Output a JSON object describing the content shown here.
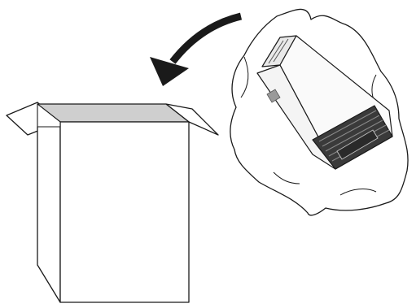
{
  "illustration": {
    "colors": {
      "background": "#ffffff",
      "outline": "#1a1a1a",
      "box_top": "#cfcfcf",
      "heater_body": "#f7f7f7",
      "heater_grille": "#3a3a3a",
      "heater_panel": "#9a9a9a"
    },
    "elements": {
      "box": "open-cardboard-box",
      "heater": "heater-unit-wrapped-in-plastic-bag",
      "arrow": "curved-arrow-pointing-into-box"
    }
  }
}
